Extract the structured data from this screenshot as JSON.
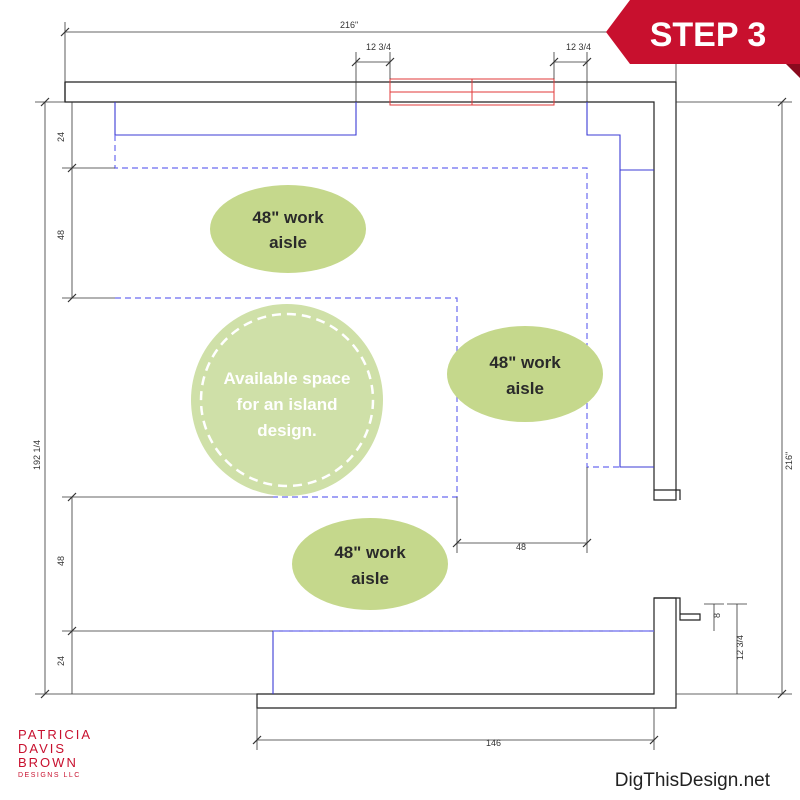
{
  "step_label": "STEP 3",
  "aisles": [
    {
      "line1": "48\" work",
      "line2": "aisle"
    },
    {
      "line1": "48\" work",
      "line2": "aisle"
    },
    {
      "line1": "48\" work",
      "line2": "aisle"
    }
  ],
  "island": {
    "line1": "Available space",
    "line2": "for an island",
    "line3": "design."
  },
  "dimensions": {
    "top_overall": "216\"",
    "top_left_window": "12 3/4",
    "top_right_window": "12 3/4",
    "left_top": "24",
    "left_aisle_top": "48",
    "left_overall": "192 1/4",
    "left_aisle_bottom": "48",
    "left_bottom": "24",
    "right_overall": "216\"",
    "center_aisle": "48",
    "right_small_1": "8",
    "right_small_2": "12 3/4",
    "bottom_overall": "146"
  },
  "logo": {
    "line1": "PATRICIA",
    "line2": "DAVIS",
    "line3": "BROWN",
    "line4": "DESIGNS LLC"
  },
  "site_url": "DigThisDesign.net",
  "colors": {
    "banner": "#c8102e",
    "aisle_fill": "#c5d88c",
    "island_fill": "#cfe0a8",
    "cabinet_line": "#3b3bd6",
    "window": "#e03a3a"
  }
}
